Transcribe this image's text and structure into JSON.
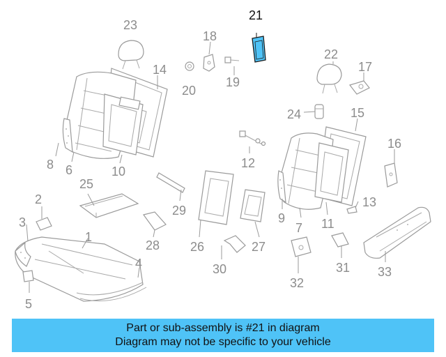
{
  "diagram": {
    "highlighted_part": "21",
    "highlight_color": "#4fc3f7",
    "callouts": [
      "1",
      "2",
      "3",
      "4",
      "5",
      "6",
      "7",
      "8",
      "9",
      "10",
      "11",
      "12",
      "13",
      "14",
      "15",
      "16",
      "17",
      "18",
      "19",
      "20",
      "21",
      "22",
      "23",
      "24",
      "25",
      "26",
      "27",
      "28",
      "29",
      "30",
      "31",
      "32",
      "33"
    ]
  },
  "banner": {
    "line1": "Part or sub-assembly is #21 in diagram",
    "line2": "Diagram may not be specific to your vehicle",
    "background": "#4fc3f7"
  }
}
